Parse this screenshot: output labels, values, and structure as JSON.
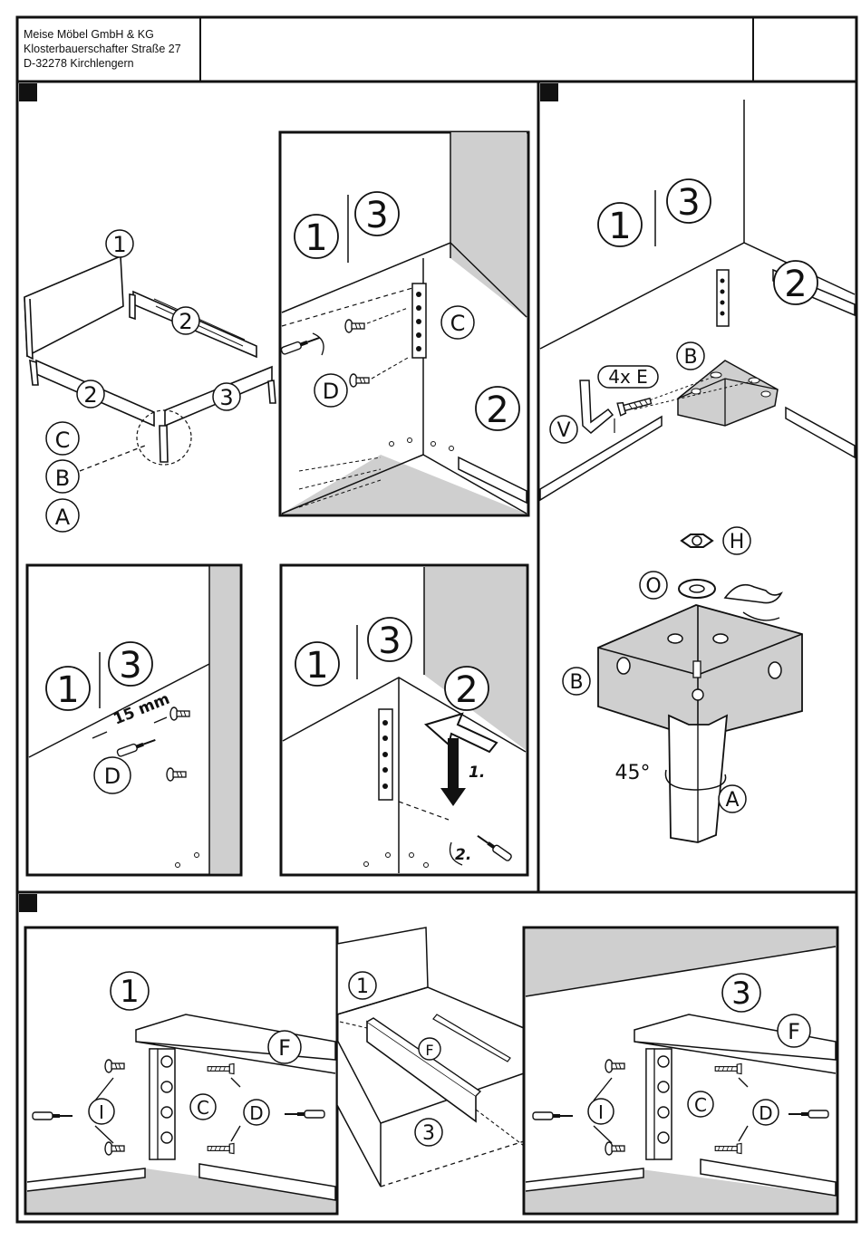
{
  "header": {
    "company": "Meise Möbel GmbH & KG",
    "street": "Klosterbauerschafter Straße 27",
    "city": "D-32278 Kirchlengern"
  },
  "colors": {
    "ink": "#111111",
    "shade": "#cfcfcf",
    "paper": "#ffffff"
  },
  "step1": {
    "overview_labels": {
      "headboard": "1",
      "rail": "2",
      "side_front": "2",
      "side_right": "3",
      "c": "C",
      "b": "B",
      "a": "A"
    },
    "detail_top": {
      "num_a": "1",
      "num_b": "3",
      "part_c": "C",
      "part_d": "D",
      "part_2": "2"
    },
    "detail_left": {
      "num_a": "1",
      "num_b": "3",
      "measure": "15 mm",
      "part_d": "D"
    },
    "detail_right": {
      "num_a": "1",
      "num_b": "3",
      "part_2": "2",
      "order_1": "1.",
      "order_2": "2."
    }
  },
  "step2": {
    "num_a": "1",
    "num_b": "3",
    "part_2": "2",
    "part_b": "B",
    "qty_e": "4x E",
    "tool_v": "V",
    "part_h": "H",
    "part_o": "O",
    "part_b2": "B",
    "angle": "45°",
    "part_a": "A"
  },
  "step3": {
    "left": {
      "num": "1",
      "part_f": "F",
      "part_i": "I",
      "part_c": "C",
      "part_d": "D"
    },
    "middle": {
      "num_1": "1",
      "part_f": "F",
      "num_3": "3"
    },
    "right": {
      "num": "3",
      "part_f": "F",
      "part_i": "I",
      "part_c": "C",
      "part_d": "D"
    }
  }
}
